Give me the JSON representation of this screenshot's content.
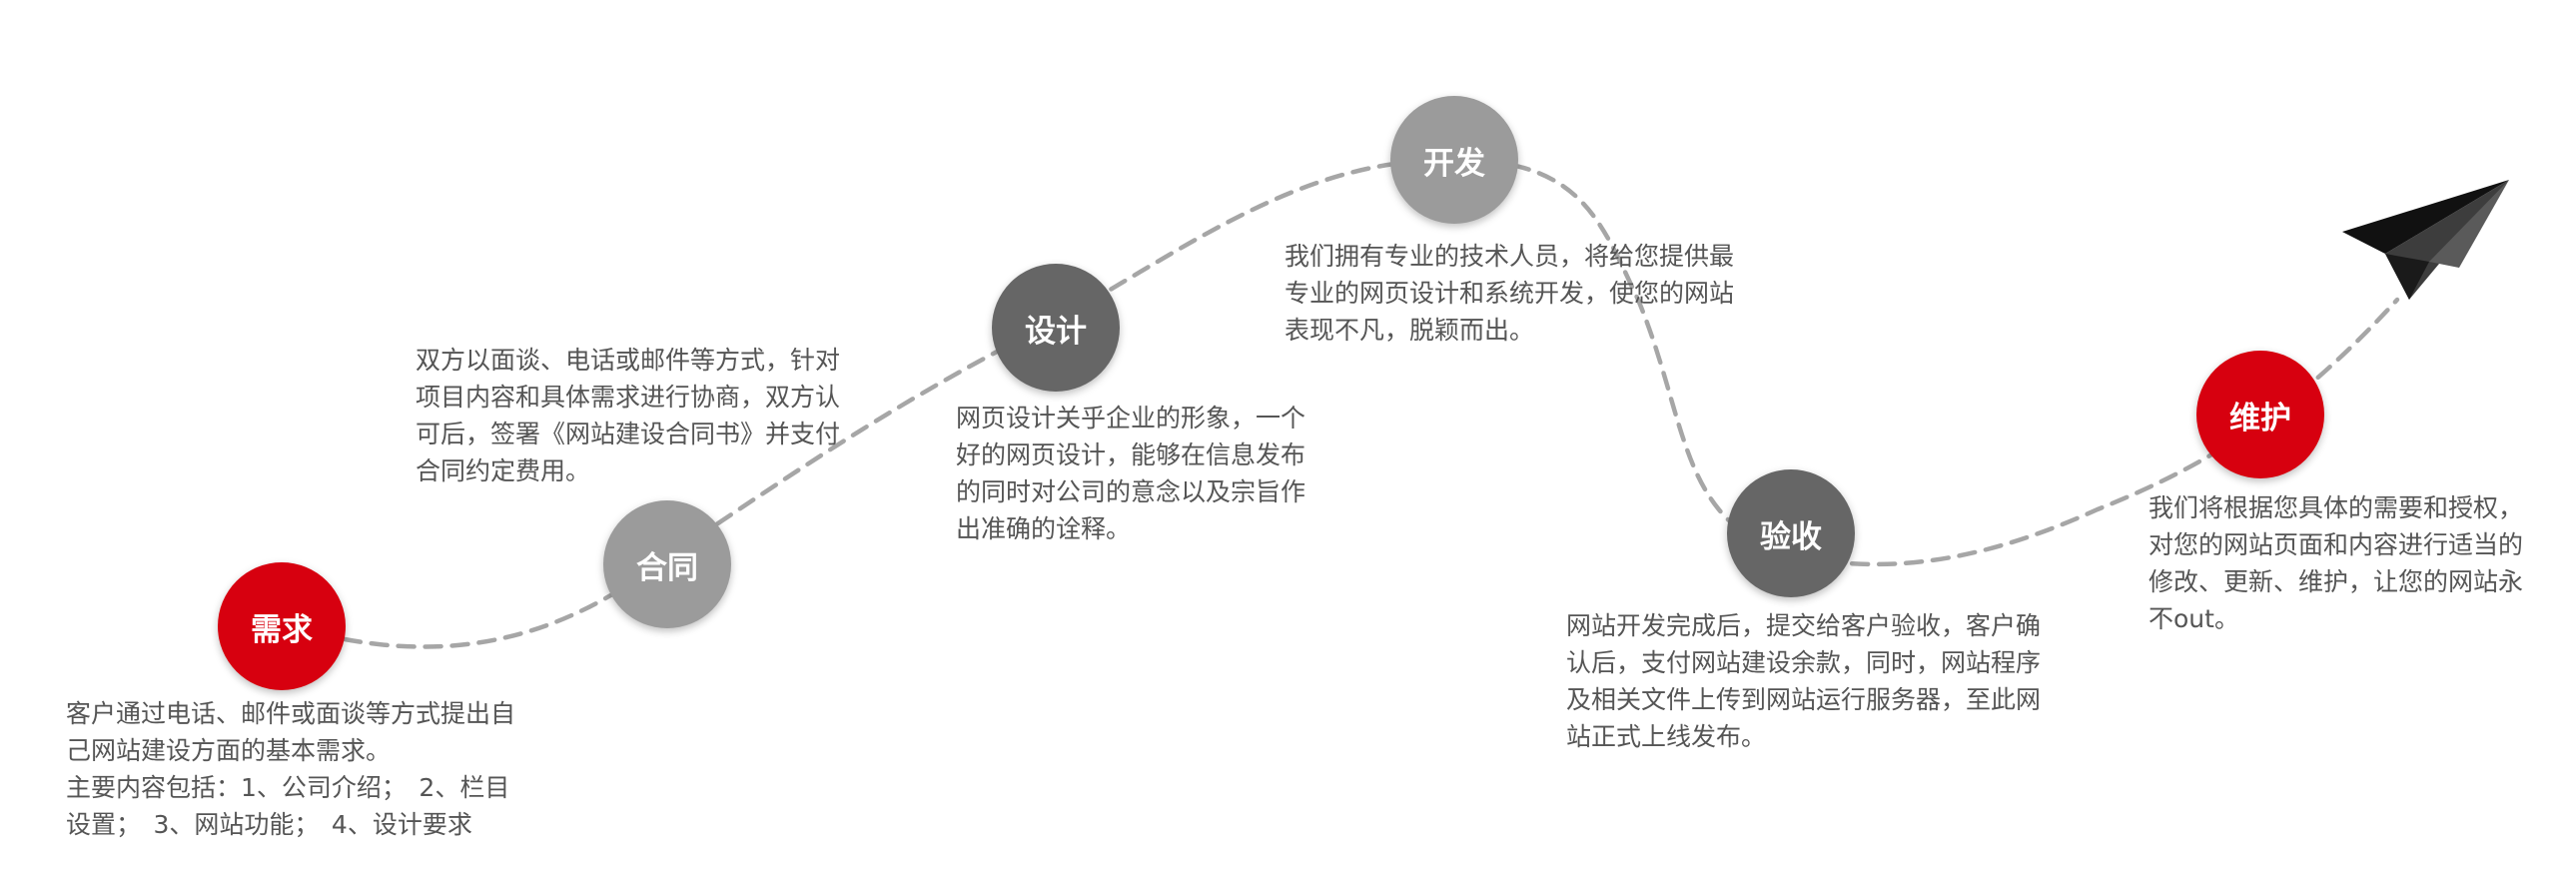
{
  "colors": {
    "red": "#d7000f",
    "gray": "#9b9b9b",
    "dark": "#666666",
    "text": "#555555",
    "path": "#a6a6a6"
  },
  "icons": {
    "end": "paper-plane-icon"
  },
  "steps": [
    {
      "label": "需求",
      "style": "red",
      "desc": [
        "客户通过电话、邮件或面谈等方式提出自己网站建设方面的基本需求。",
        "主要内容包括：1、公司介绍；　2、栏目设置；　3、网站功能；　4、设计要求"
      ]
    },
    {
      "label": "合同",
      "style": "gray",
      "desc": [
        "双方以面谈、电话或邮件等方式，针对项目内容和具体需求进行协商，双方认可后，签署《网站建设合同书》并支付合同约定费用。"
      ]
    },
    {
      "label": "设计",
      "style": "dark",
      "desc": [
        "网页设计关乎企业的形象，一个好的网页设计，能够在信息发布的同时对公司的意念以及宗旨作出准确的诠释。"
      ]
    },
    {
      "label": "开发",
      "style": "gray",
      "desc": [
        "我们拥有专业的技术人员，将给您提供最专业的网页设计和系统开发，使您的网站表现不凡，脱颖而出。"
      ]
    },
    {
      "label": "验收",
      "style": "dark",
      "desc": [
        "网站开发完成后，提交给客户验收，客户确认后，支付网站建设余款，同时，网站程序及相关文件上传到网站运行服务器，至此网站正式上线发布。"
      ]
    },
    {
      "label": "维护",
      "style": "red",
      "desc": [
        "我们将根据您具体的需要和授权，对您的网站页面和内容进行适当的修改、更新、维护，让您的网站永不out。"
      ]
    }
  ]
}
